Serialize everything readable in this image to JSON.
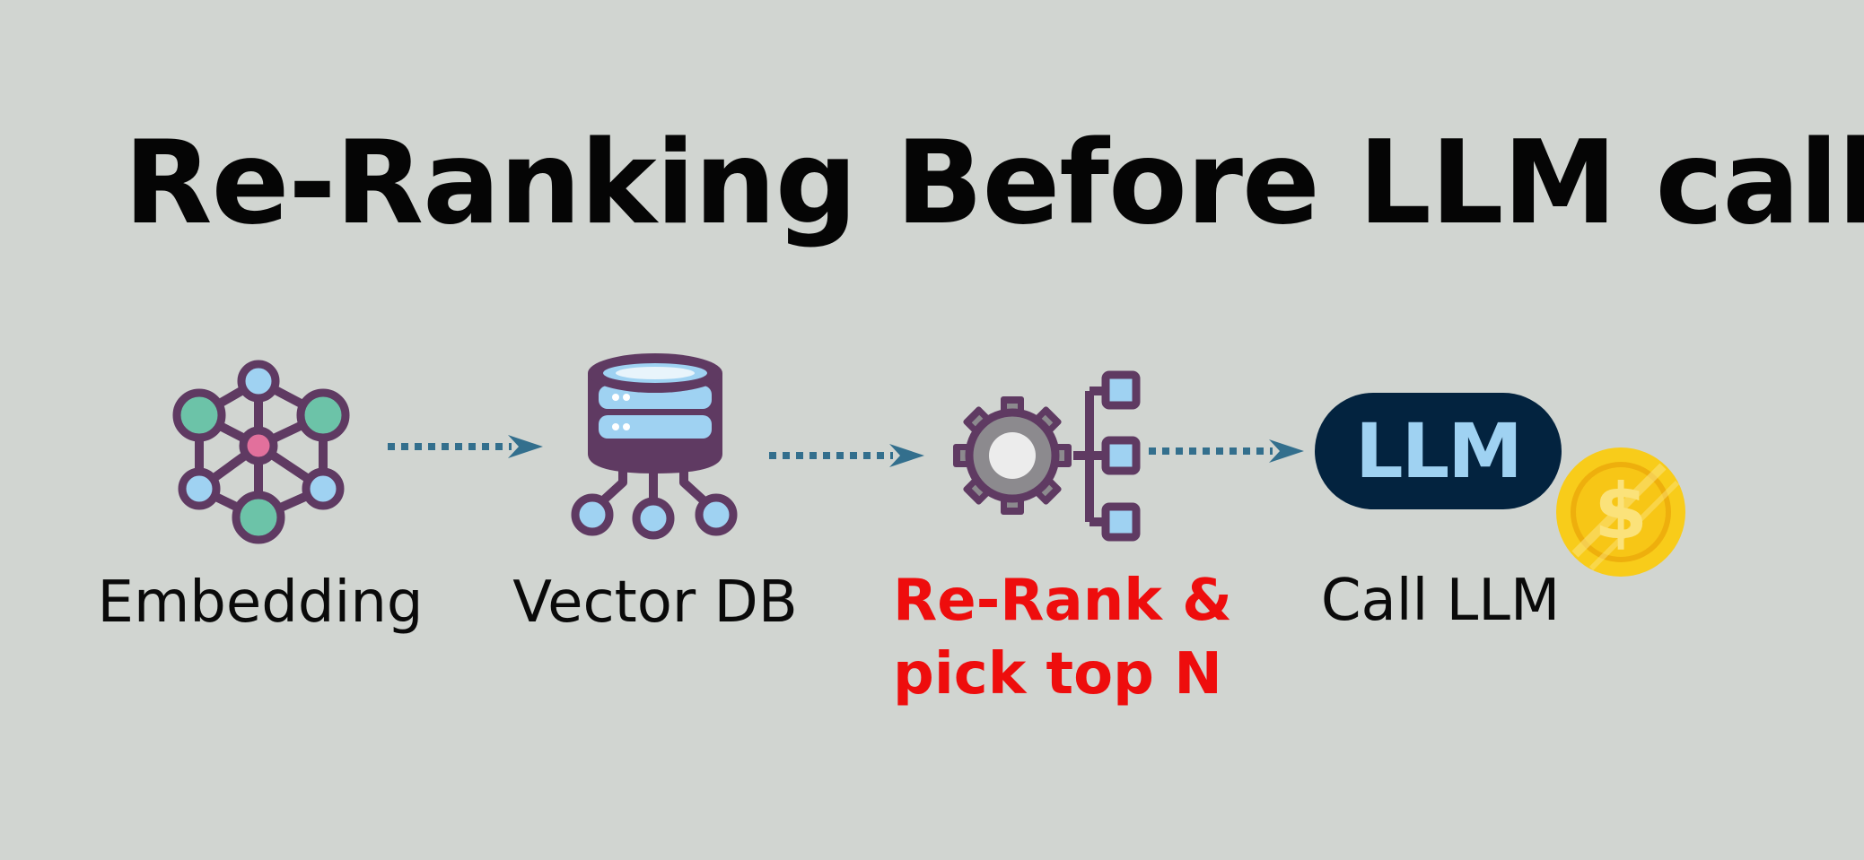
{
  "title": "Re-Ranking Before LLM call",
  "steps": [
    {
      "label": "Embedding",
      "icon": "neural-network-icon"
    },
    {
      "label": "Vector DB",
      "icon": "database-icon"
    },
    {
      "label_line1": "Re-Rank &",
      "label_line2": "pick top N",
      "icon": "gear-hierarchy-icon"
    },
    {
      "label": "Call LLM",
      "icon": "llm-badge-icon",
      "badge_text": "LLM",
      "coin_symbol": "$"
    }
  ],
  "colors": {
    "background": "#d1d5d1",
    "outline": "#5f3a62",
    "teal": "#6cc3a8",
    "light_blue": "#9fd2f2",
    "pink": "#e2709c",
    "gray": "#8c8a8e",
    "highlight_text": "#ee0d0d",
    "arrow": "#336f8d",
    "llm_badge": "#03233f",
    "coin": "#f8cc1a"
  }
}
